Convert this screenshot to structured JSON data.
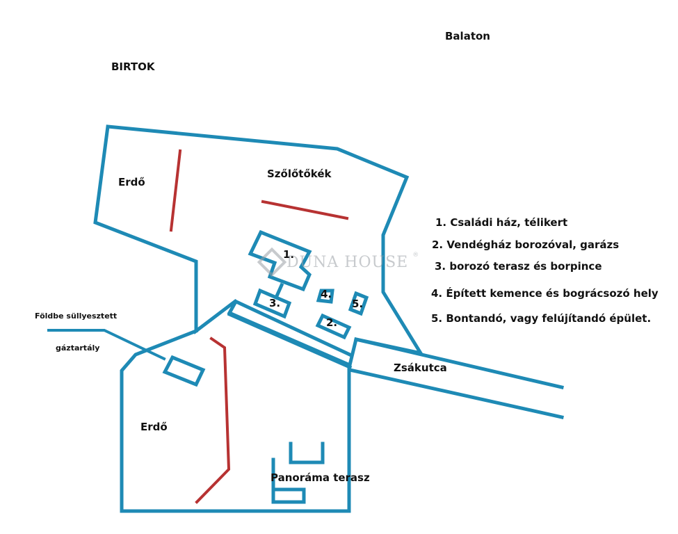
{
  "title": "BIRTOK",
  "labels": {
    "balaton": "Balaton",
    "forest_top": "Erdő",
    "vines": "Szőlőtőkék",
    "forest_bottom": "Erdő",
    "dead_end": "Zsákutca",
    "panorama": "Panoráma terasz",
    "gas_tank_line1": "Földbe süllyesztett",
    "gas_tank_line2": "gáztartály",
    "building_1": "1.",
    "building_2": "2.",
    "building_3": "3.",
    "building_4": "4.",
    "building_5": "5."
  },
  "legend": [
    "1. Családi ház, télikert",
    "2. Vendégház borozóval, garázs",
    "3. borozó terasz és borpince",
    "4. Épített kemence és bográcsozó hely",
    "5. Bontandó, vagy felújítandó épület."
  ],
  "watermark": {
    "text": "DUNA HOUSE",
    "mark": "®"
  },
  "colors": {
    "boundary": "#1e8ab5",
    "fence": "#b73232",
    "text": "#111111"
  }
}
